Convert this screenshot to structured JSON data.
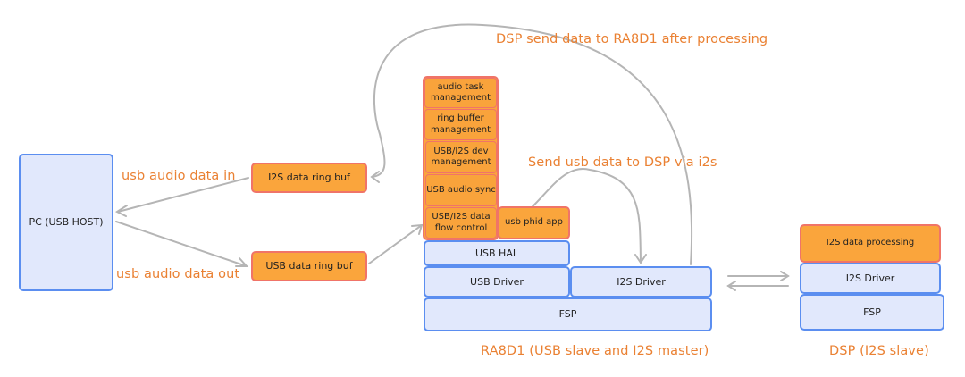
{
  "pc": {
    "label": "PC (USB HOST)"
  },
  "buffers": {
    "i2s_ring": "I2S data ring buf",
    "usb_ring": "USB data ring buf"
  },
  "ra8d1": {
    "app_stack": [
      "audio task management",
      "ring buffer management",
      "USB/I2S dev management",
      "USB audio sync",
      "USB/I2S data flow control"
    ],
    "phid_app": "usb phid app",
    "usb_hal": "USB HAL",
    "usb_driver": "USB Driver",
    "i2s_driver": "I2S Driver",
    "fsp": "FSP",
    "caption": "RA8D1 (USB slave and I2S master)"
  },
  "dsp": {
    "processing": "I2S data processing",
    "i2s_driver": "I2S Driver",
    "fsp": "FSP",
    "caption": "DSP (I2S slave)"
  },
  "labels": {
    "audio_in": "usb audio data in",
    "audio_out": "usb audio data out",
    "send_to_dsp": "Send usb data to DSP via i2s",
    "dsp_send_back": "DSP send data to RA8D1 after processing"
  },
  "colors": {
    "blue_fill": "#e1e8fc",
    "blue_border": "#5b8ef0",
    "orange_fill": "#faa53c",
    "orange_border": "#f07468",
    "label_orange": "#ea8133",
    "arrow_gray": "#b5b5b5"
  }
}
